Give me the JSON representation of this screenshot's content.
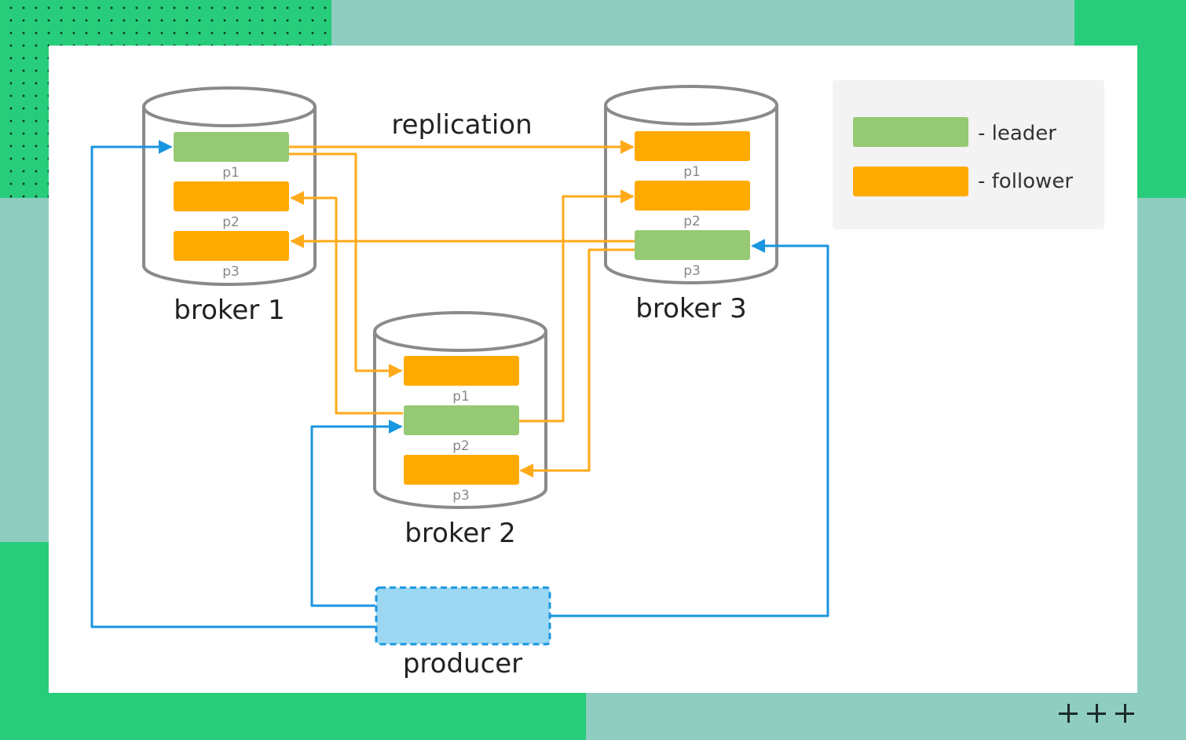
{
  "colors": {
    "leader": "#95c973",
    "follower": "#ffaa00",
    "replication_line": "#ffaa1a",
    "producer_line": "#1a96e0",
    "producer_fill": "#9dd8f3",
    "cylinder_stroke": "#8a8a8a",
    "text": "#222222",
    "partition_label": "#888888",
    "legend_bg": "#f3f3f3",
    "bg_green": "#28cd7b",
    "bg_teal": "#8ecdc0"
  },
  "labels": {
    "replication": "replication",
    "producer": "producer"
  },
  "brokers": [
    {
      "name": "broker 1",
      "partitions": [
        {
          "label": "p1",
          "role": "leader"
        },
        {
          "label": "p2",
          "role": "follower"
        },
        {
          "label": "p3",
          "role": "follower"
        }
      ]
    },
    {
      "name": "broker 2",
      "partitions": [
        {
          "label": "p1",
          "role": "follower"
        },
        {
          "label": "p2",
          "role": "leader"
        },
        {
          "label": "p3",
          "role": "follower"
        }
      ]
    },
    {
      "name": "broker 3",
      "partitions": [
        {
          "label": "p1",
          "role": "follower"
        },
        {
          "label": "p2",
          "role": "follower"
        },
        {
          "label": "p3",
          "role": "leader"
        }
      ]
    }
  ],
  "legend": [
    {
      "role": "leader",
      "label": "- leader"
    },
    {
      "role": "follower",
      "label": "- follower"
    }
  ],
  "connections": {
    "replication": [
      {
        "from": "broker 1 p1",
        "to": "broker 3 p1"
      },
      {
        "from": "broker 1 p1",
        "to": "broker 2 p1"
      },
      {
        "from": "broker 2 p2",
        "to": "broker 1 p2"
      },
      {
        "from": "broker 2 p2",
        "to": "broker 3 p2"
      },
      {
        "from": "broker 3 p3",
        "to": "broker 1 p3"
      },
      {
        "from": "broker 3 p3",
        "to": "broker 2 p3"
      }
    ],
    "produce": [
      {
        "from": "producer",
        "to": "broker 1 p1"
      },
      {
        "from": "producer",
        "to": "broker 2 p2"
      },
      {
        "from": "producer",
        "to": "broker 3 p3"
      }
    ]
  },
  "decoration": {
    "corner_marks": [
      "+",
      "+",
      "+"
    ]
  }
}
